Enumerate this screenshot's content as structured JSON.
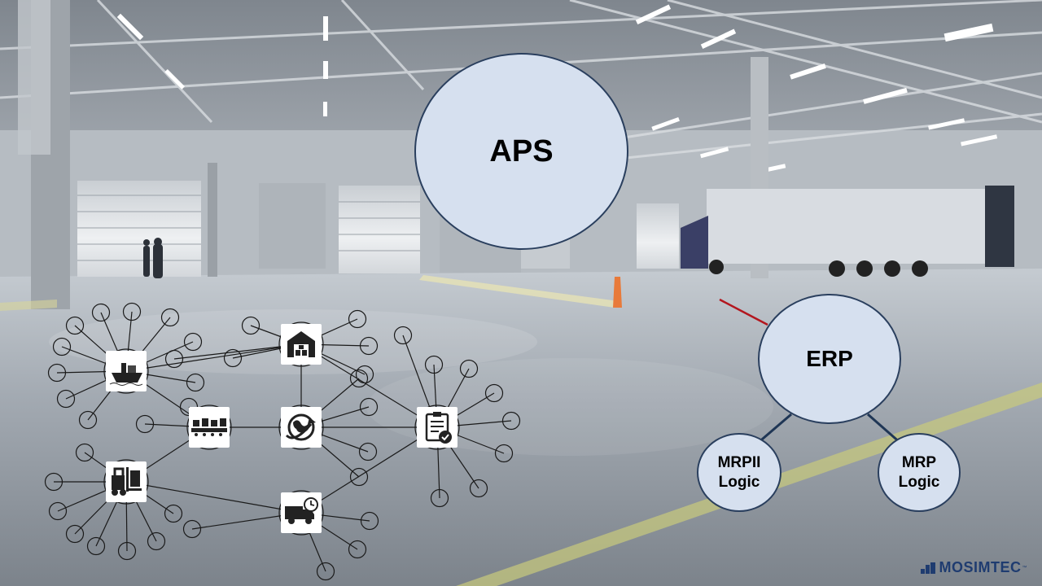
{
  "bubbles": {
    "aps": "APS",
    "erp": "ERP",
    "mrp2": "MRPII\nLogic",
    "mrp": "MRP\nLogic"
  },
  "logo": {
    "text": "MOSIMTEC",
    "tm": "™"
  },
  "network": {
    "icons": [
      "ship-icon",
      "warehouse-icon",
      "conveyor-icon",
      "globe-logistics-icon",
      "clipboard-check-icon",
      "forklift-icon",
      "delivery-truck-clock-icon"
    ]
  },
  "colors": {
    "bubble_fill": "#d6e0ef",
    "bubble_border": "#2a3f5e",
    "connector": "#1f3655",
    "aps_erp_link": "#b3161e",
    "brand": "#1f3c70"
  }
}
